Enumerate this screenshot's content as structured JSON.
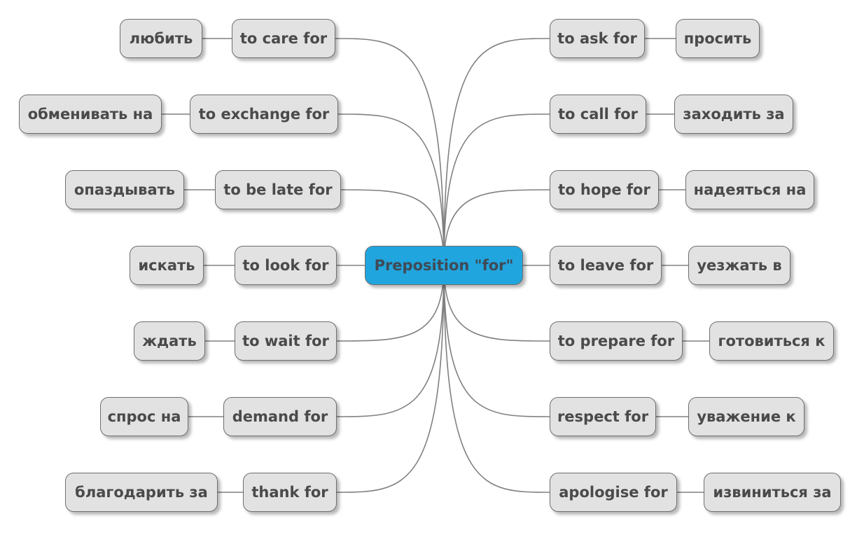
{
  "mindmap": {
    "root": "Preposition \"for\"",
    "colors": {
      "root_fill": "#21a5de",
      "node_fill": "#e2e2e2",
      "border": "#6e6e6e",
      "edge": "#808080",
      "text": "#4a4a4a"
    },
    "left": [
      {
        "phrase": "to care for",
        "translation": "любить"
      },
      {
        "phrase": "to exchange for",
        "translation": "обменивать на"
      },
      {
        "phrase": "to be late for",
        "translation": "опаздывать"
      },
      {
        "phrase": "to look for",
        "translation": "искать"
      },
      {
        "phrase": "to wait for",
        "translation": "ждать"
      },
      {
        "phrase": "demand for",
        "translation": "спрос на"
      },
      {
        "phrase": "thank for",
        "translation": "благодарить за"
      }
    ],
    "right": [
      {
        "phrase": "to ask for",
        "translation": "просить"
      },
      {
        "phrase": "to call for",
        "translation": "заходить за"
      },
      {
        "phrase": "to hope for",
        "translation": "надеяться на"
      },
      {
        "phrase": "to leave for",
        "translation": "уезжать в"
      },
      {
        "phrase": "to prepare for",
        "translation": "готовиться к"
      },
      {
        "phrase": "respect for",
        "translation": "уважение к"
      },
      {
        "phrase": "apologise for",
        "translation": "извиниться за"
      }
    ]
  }
}
